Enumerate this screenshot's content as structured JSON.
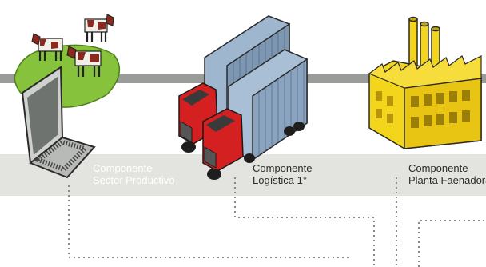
{
  "components": [
    {
      "line1": "Componente",
      "line2": "Sector Productivo",
      "icon": "laptop-cattle-icon"
    },
    {
      "line1": "Componente",
      "line2": "Logística 1°",
      "icon": "trucks-icon"
    },
    {
      "line1": "Componente",
      "line2": "Planta Faenadora",
      "icon": "factory-icon"
    }
  ],
  "colors": {
    "band": "#9a9c9a",
    "label_band": "#e3e4df",
    "truck_red": "#d42020",
    "container_blue": "#8fa9c4",
    "factory_yellow": "#f3d51c",
    "grass": "#86c23c",
    "cow_brown": "#8a2a1e"
  }
}
